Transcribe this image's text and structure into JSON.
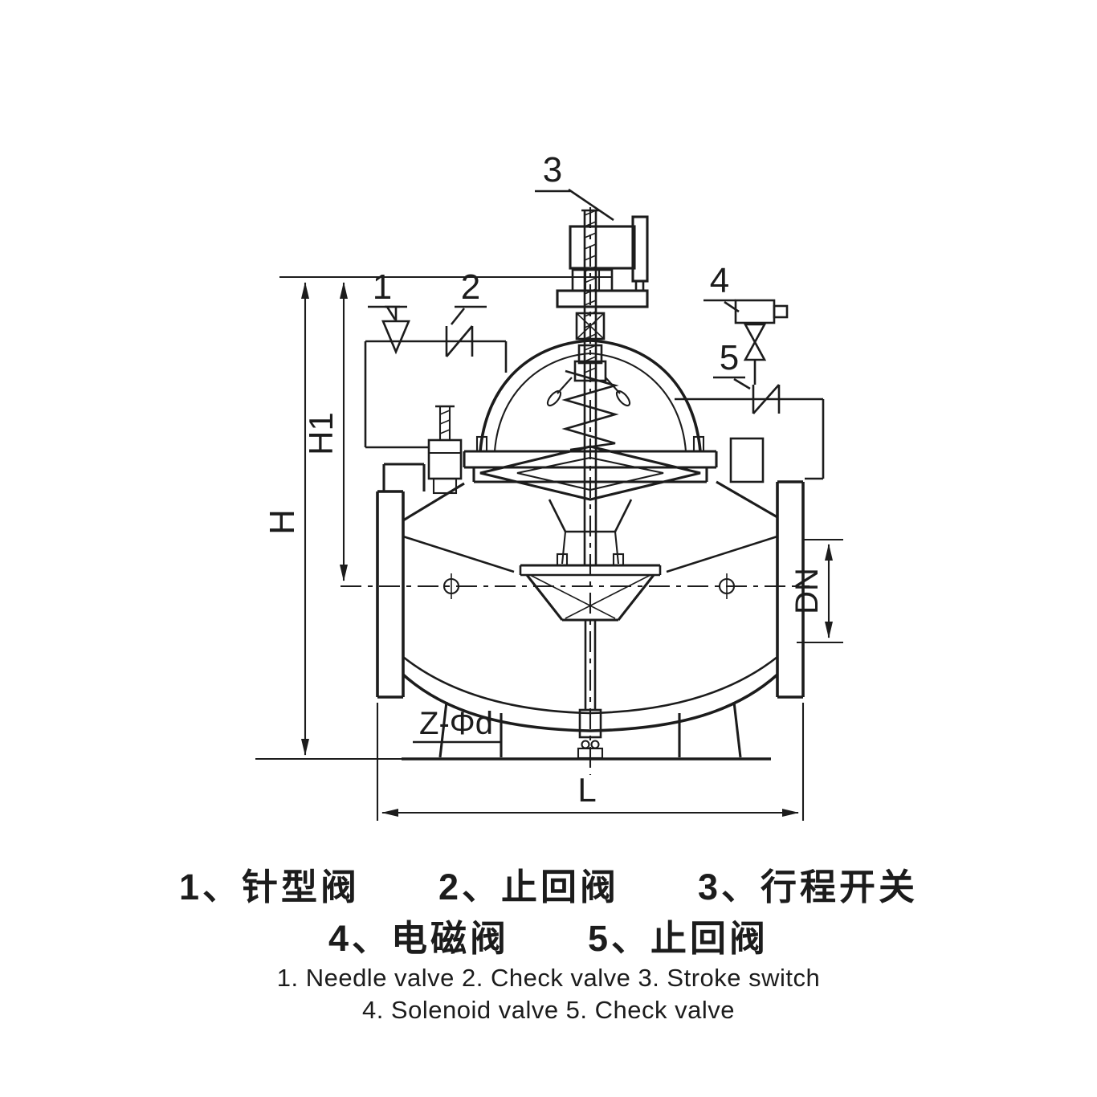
{
  "callouts": {
    "n1": "1",
    "n2": "2",
    "n3": "3",
    "n4": "4",
    "n5": "5"
  },
  "dimensions": {
    "height_total": "H",
    "height_to_center": "H1",
    "nominal_diameter": "DN",
    "length": "L",
    "bolt_holes": "Z-Φd"
  },
  "legend": {
    "cn_line1": "1、针型阀　　2、止回阀　　3、行程开关",
    "cn_line2": "4、电磁阀　　5、止回阀",
    "en_line1": "1. Needle valve 2. Check valve 3. Stroke switch",
    "en_line2": "4. Solenoid valve 5. Check valve"
  },
  "colors": {
    "line": "#1c1c1c",
    "background": "#ffffff"
  }
}
